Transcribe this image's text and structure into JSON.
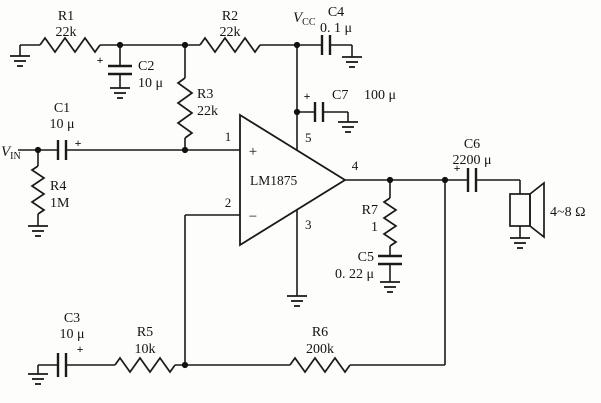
{
  "components": {
    "R1": {
      "ref": "R1",
      "value": "22k"
    },
    "R2": {
      "ref": "R2",
      "value": "22k"
    },
    "R3": {
      "ref": "R3",
      "value": "22k"
    },
    "R4": {
      "ref": "R4",
      "value": "1M"
    },
    "R5": {
      "ref": "R5",
      "value": "10k"
    },
    "R6": {
      "ref": "R6",
      "value": "200k"
    },
    "R7": {
      "ref": "R7",
      "value": "1"
    },
    "C1": {
      "ref": "C1",
      "value": "10 μ"
    },
    "C2": {
      "ref": "C2",
      "value": "10 μ"
    },
    "C3": {
      "ref": "C3",
      "value": "10 μ"
    },
    "C4": {
      "ref": "C4",
      "value": "0. 1 μ"
    },
    "C5": {
      "ref": "C5",
      "value": "0. 22 μ"
    },
    "C6": {
      "ref": "C6",
      "value": "2200 μ"
    },
    "C7": {
      "ref": "C7",
      "value": "100 μ"
    }
  },
  "ic": {
    "label": "LM1875",
    "noninverting_sign": "+",
    "inverting_sign": "−"
  },
  "pins": {
    "p1": "1",
    "p2": "2",
    "p3": "3",
    "p4": "4",
    "p5": "5"
  },
  "power": {
    "vcc_letter": "V",
    "vcc_subscript": "CC"
  },
  "input": {
    "vin_letter": "V",
    "vin_subscript": "IN"
  },
  "output": {
    "speaker_impedance": "4~8 Ω"
  },
  "marks": {
    "plus": "+"
  }
}
